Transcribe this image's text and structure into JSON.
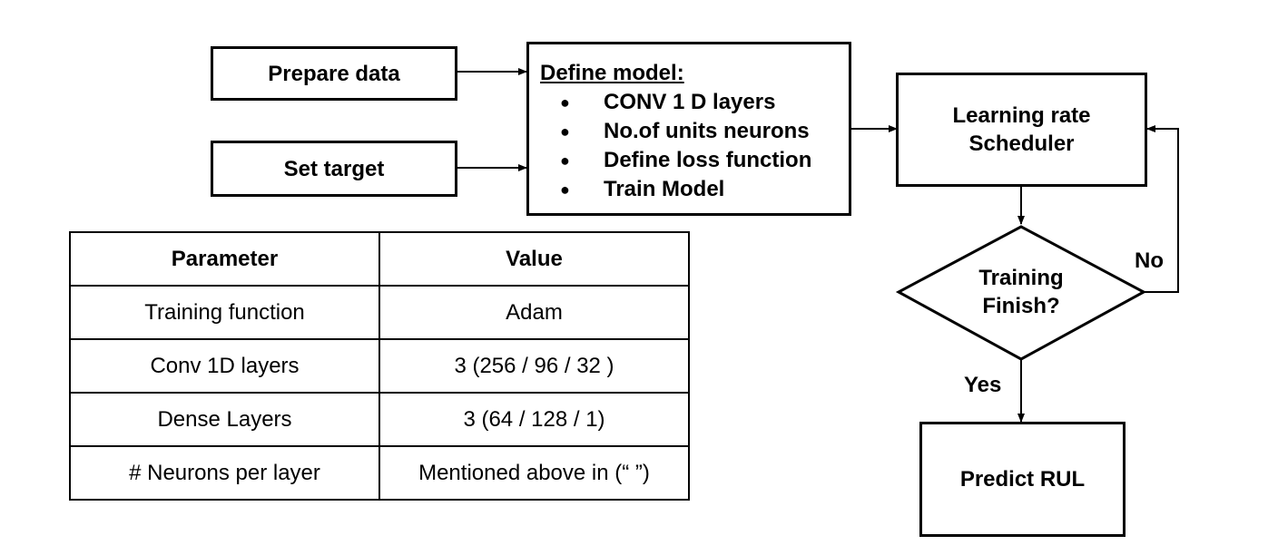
{
  "nodes": {
    "prepare_data": "Prepare data",
    "set_target": "Set target",
    "define_model": {
      "title": "Define model:",
      "items": [
        "CONV 1 D layers",
        "No.of units neurons",
        "Define loss function",
        "Train Model"
      ]
    },
    "lr_scheduler": {
      "line1": "Learning rate",
      "line2": "Scheduler"
    },
    "decision": {
      "line1": "Training",
      "line2": "Finish?"
    },
    "predict": "Predict RUL"
  },
  "edges": {
    "no_label": "No",
    "yes_label": "Yes"
  },
  "table": {
    "headers": [
      "Parameter",
      "Value"
    ],
    "rows": [
      [
        "Training function",
        "Adam"
      ],
      [
        "Conv 1D layers",
        "3 (256 / 96 / 32 )"
      ],
      [
        "Dense Layers",
        "3 (64 / 128 / 1)"
      ],
      [
        "# Neurons per layer",
        "Mentioned above in (“ ”)"
      ]
    ]
  }
}
